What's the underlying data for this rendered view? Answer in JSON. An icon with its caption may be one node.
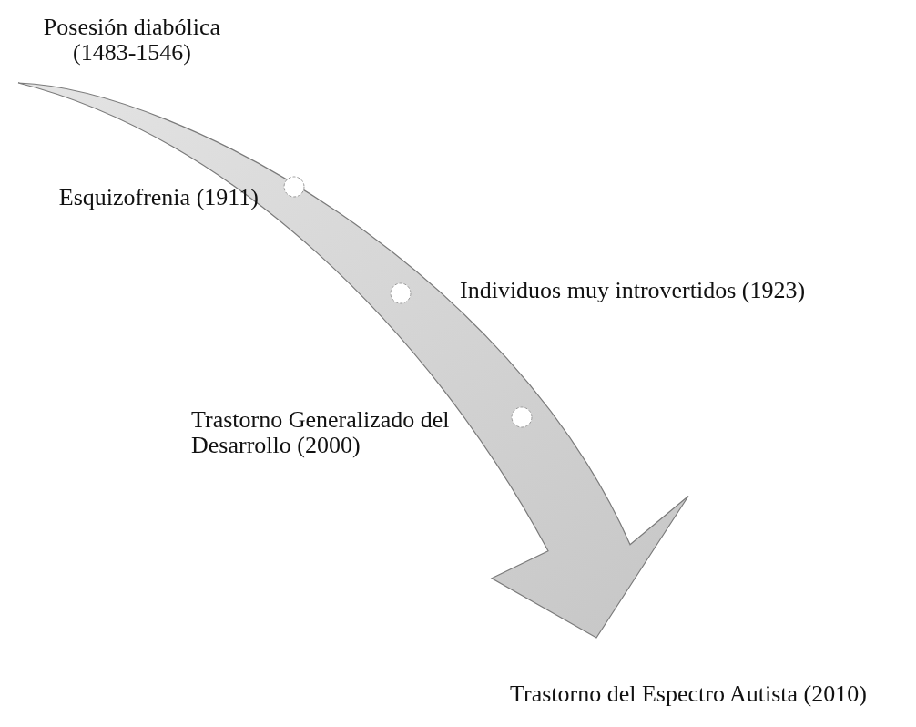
{
  "diagram": {
    "nodes": [
      {
        "text": [
          "Posesión diabólica (1483-1546)"
        ]
      },
      {
        "text": [],
        "shape": "circle",
        "beside": [
          "Esquizofrenia (1911)"
        ]
      },
      {
        "text": [],
        "shape": "circle",
        "beside": [
          "Individuos muy introvertidos (1923)"
        ]
      },
      {
        "text": [],
        "shape": "circle",
        "beside": [
          "Trastorno Generalizado del Desarrollo (2000)"
        ]
      },
      {
        "text": [
          "Trastorno del Espectro Autista (2010)"
        ]
      }
    ],
    "edges": [
      {
        "from": 0,
        "to": 4,
        "arrow": "to",
        "style": "thick"
      }
    ]
  }
}
